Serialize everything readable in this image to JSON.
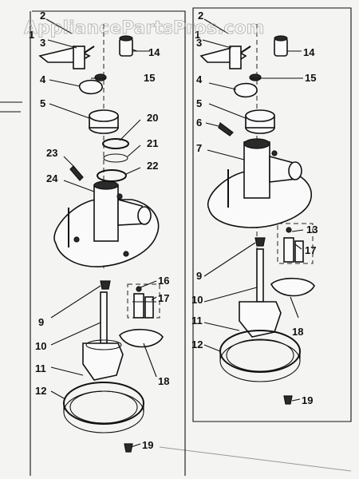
{
  "watermark": "AppliancePartsPros.com",
  "left_panel": {
    "callouts": [
      "2",
      "1",
      "3",
      "14",
      "4",
      "15",
      "5",
      "20",
      "21",
      "23",
      "22",
      "24",
      "16",
      "9",
      "17",
      "10",
      "18",
      "11",
      "12",
      "19"
    ]
  },
  "right_panel": {
    "callouts": [
      "2",
      "1",
      "3",
      "14",
      "4",
      "15",
      "5",
      "6",
      "7",
      "13",
      "9",
      "17",
      "10",
      "18",
      "11",
      "12",
      "19"
    ]
  }
}
